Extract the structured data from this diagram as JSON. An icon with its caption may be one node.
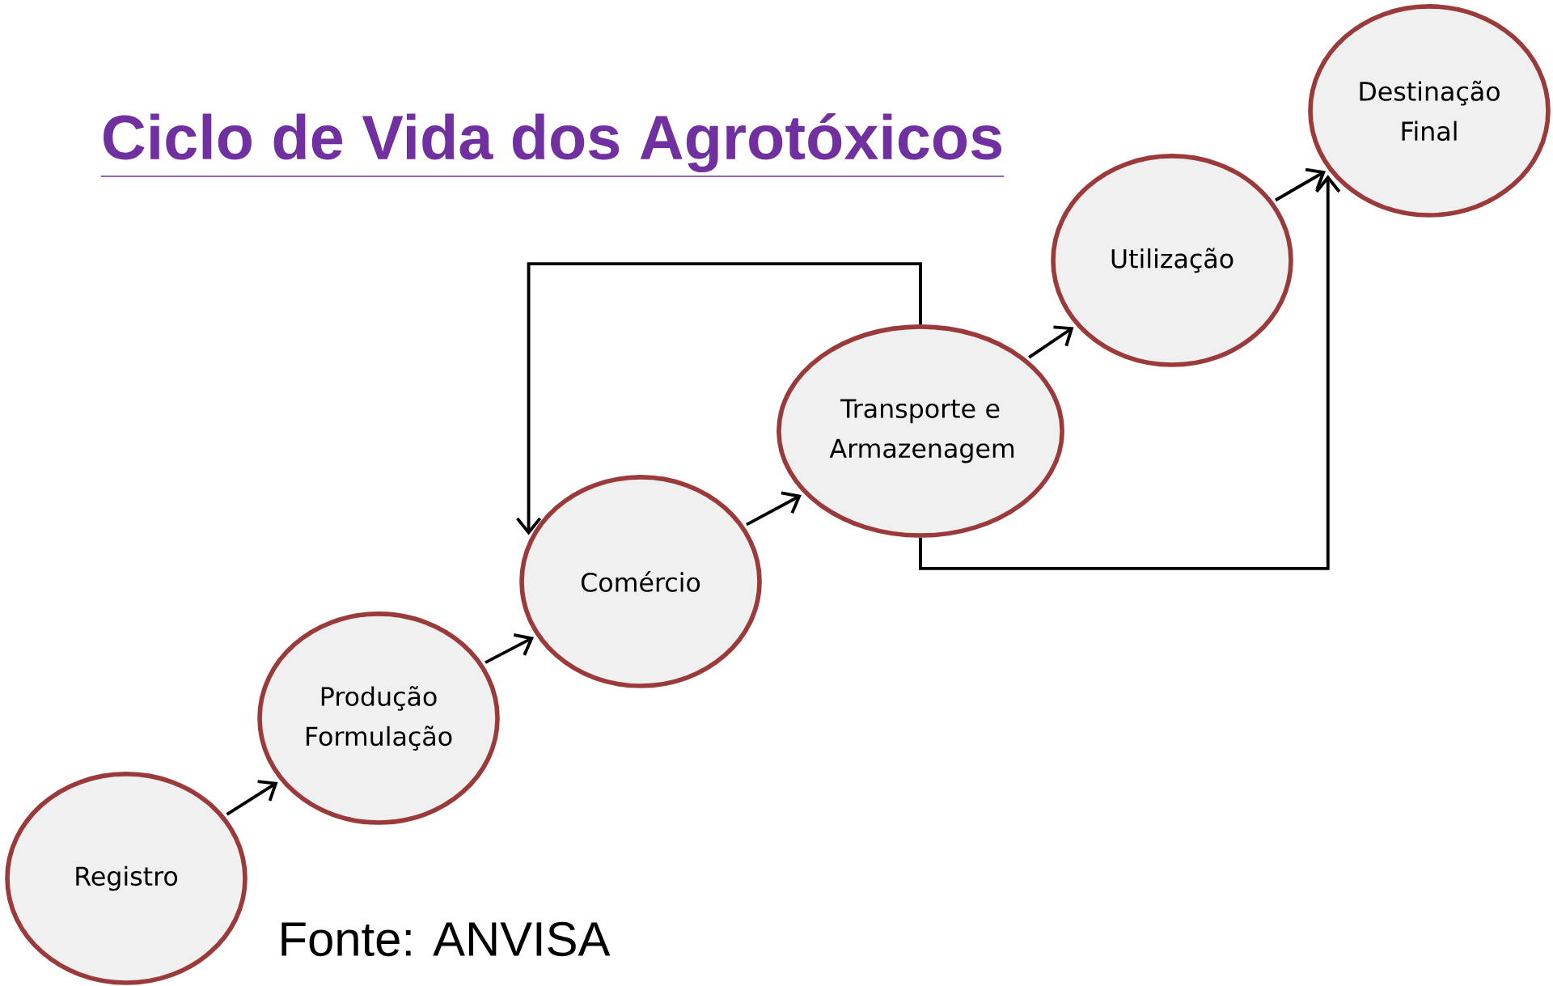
{
  "diagram": {
    "title": "Ciclo de Vida dos Agrotóxicos",
    "caption": "Fonte: ANVISA",
    "nodes": [
      {
        "text": [
          "Registro"
        ]
      },
      {
        "text": [
          "Produção Formulação"
        ]
      },
      {
        "text": [
          "Comércio"
        ]
      },
      {
        "text": [
          "Transporte e Armazenagem"
        ]
      },
      {
        "text": [
          "Utilização"
        ]
      },
      {
        "text": [
          "Destinação Final"
        ]
      }
    ],
    "edges": [
      {
        "from": 0,
        "to": 1,
        "arrow": "to"
      },
      {
        "from": 1,
        "to": 2,
        "arrow": "to"
      },
      {
        "from": 2,
        "to": 3,
        "arrow": "to"
      },
      {
        "from": 3,
        "to": 4,
        "arrow": "to"
      },
      {
        "from": 4,
        "to": 5,
        "arrow": "to"
      },
      {
        "from": 3,
        "to": 2,
        "arrow": "to"
      },
      {
        "from": 3,
        "to": 5,
        "arrow": "to"
      }
    ]
  }
}
